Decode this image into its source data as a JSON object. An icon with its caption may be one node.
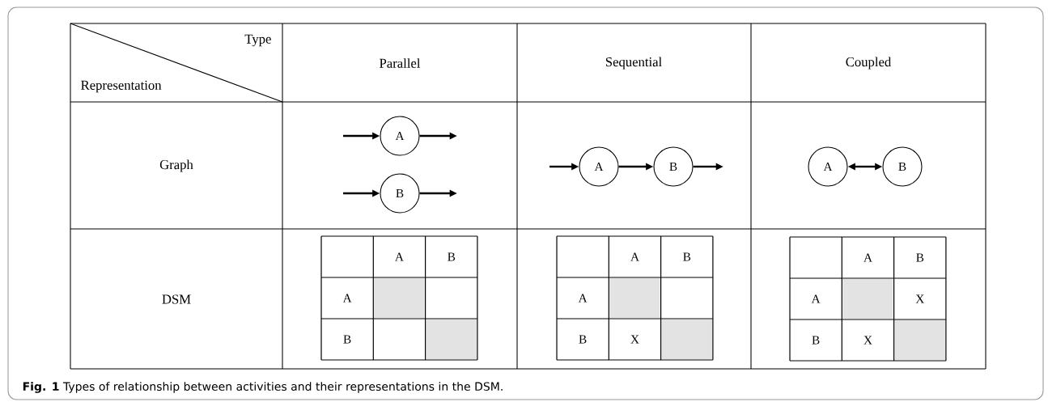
{
  "diagram": {
    "caption": "**Fig. 1** Types of relationship between activities and their representations in the DSM.",
    "nodes": [
      {
        "text": [
          "A"
        ]
      },
      {
        "text": [
          "B"
        ]
      },
      {
        "text": [
          "A"
        ]
      },
      {
        "text": [
          "B"
        ]
      },
      {
        "text": [
          "A"
        ]
      },
      {
        "text": [
          "B"
        ]
      }
    ],
    "edges": [
      {
        "from": null,
        "to": 0,
        "arrow": "to"
      },
      {
        "from": 0,
        "to": null,
        "arrow": "to"
      },
      {
        "from": null,
        "to": 1,
        "arrow": "to"
      },
      {
        "from": 1,
        "to": null,
        "arrow": "to"
      },
      {
        "from": null,
        "to": 2,
        "arrow": "to"
      },
      {
        "from": 2,
        "to": 3,
        "arrow": "to"
      },
      {
        "from": 3,
        "to": null,
        "arrow": "to"
      },
      {
        "from": 4,
        "to": 5,
        "arrow": "both"
      }
    ],
    "labels": [
      "Type",
      "Representation",
      "Parallel",
      "Sequential",
      "Coupled",
      "Graph",
      "DSM",
      "A",
      "B",
      "A",
      "B",
      "A",
      "B",
      "A",
      "B",
      "X",
      "A",
      "B",
      "A",
      "X",
      "B",
      "X"
    ]
  }
}
